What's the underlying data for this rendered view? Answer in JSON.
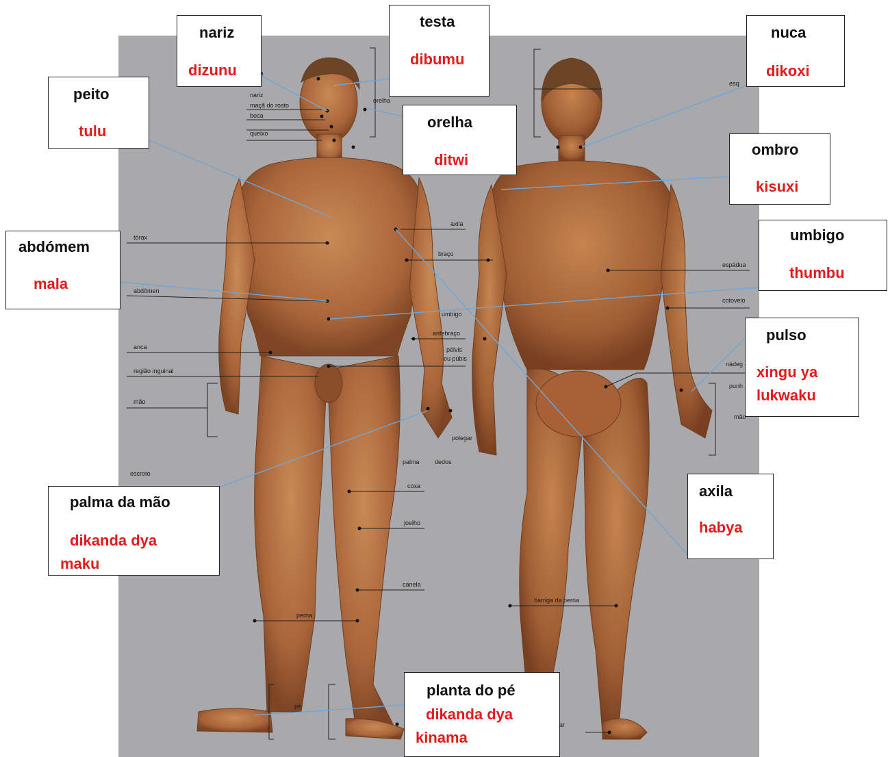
{
  "labels": {
    "nariz": {
      "pt": "nariz",
      "kk": "dizunu"
    },
    "testa": {
      "pt": "testa",
      "kk": "dibumu"
    },
    "nuca": {
      "pt": "nuca",
      "kk": "dikoxi"
    },
    "peito": {
      "pt": "peito",
      "kk": "tulu"
    },
    "orelha": {
      "pt": "orelha",
      "kk": "ditwi"
    },
    "ombro": {
      "pt": "ombro",
      "kk": "kisuxi"
    },
    "abdomem": {
      "pt": "abdómem",
      "kk": "mala"
    },
    "umbigo": {
      "pt": "umbigo",
      "kk": "thumbu"
    },
    "pulso": {
      "pt": "pulso",
      "kk1": "xingu ya",
      "kk2": "lukwaku"
    },
    "axila": {
      "pt": "axila",
      "kk": "habya"
    },
    "palma": {
      "pt": "palma da mão",
      "kk1": "dikanda dya",
      "kk2": "maku"
    },
    "planta": {
      "pt": "planta do pé",
      "kk1": "dikanda dya",
      "kk2": "kinama"
    }
  },
  "background_labels": {
    "head": [
      "testa",
      "nariz",
      "maçã do rosto",
      "boca",
      "queixo"
    ],
    "orelha": "orelha",
    "torax": "tórax",
    "abdomen": "abdômen",
    "anca": "anca",
    "regiao": "região inguinal",
    "mao": "mão",
    "escroto": "escroto",
    "axila": "axila",
    "braco": "braço",
    "umbigo": "umbigo",
    "antebraco": "antebraço",
    "pelvis1": "pélvis",
    "pelvis2": "ou púbis",
    "polegar": "polegar",
    "palma": "palma",
    "dedos": "dedos",
    "coxa": "coxa",
    "joelho": "joelho",
    "canela": "canela",
    "perna": "perna",
    "pe": "pé",
    "esq": "esq",
    "espadua": "espádua",
    "cotovelo": "cotovelo",
    "nadega": "nádeg",
    "punho": "punh",
    "mao_r": "mão",
    "barriga": "barriga da perna",
    "calcanhar": "ar"
  },
  "colors": {
    "portuguese": "#111111",
    "kikongo": "#e31b1b",
    "panel": "#a9a9ab",
    "skin": "#b5713e"
  }
}
